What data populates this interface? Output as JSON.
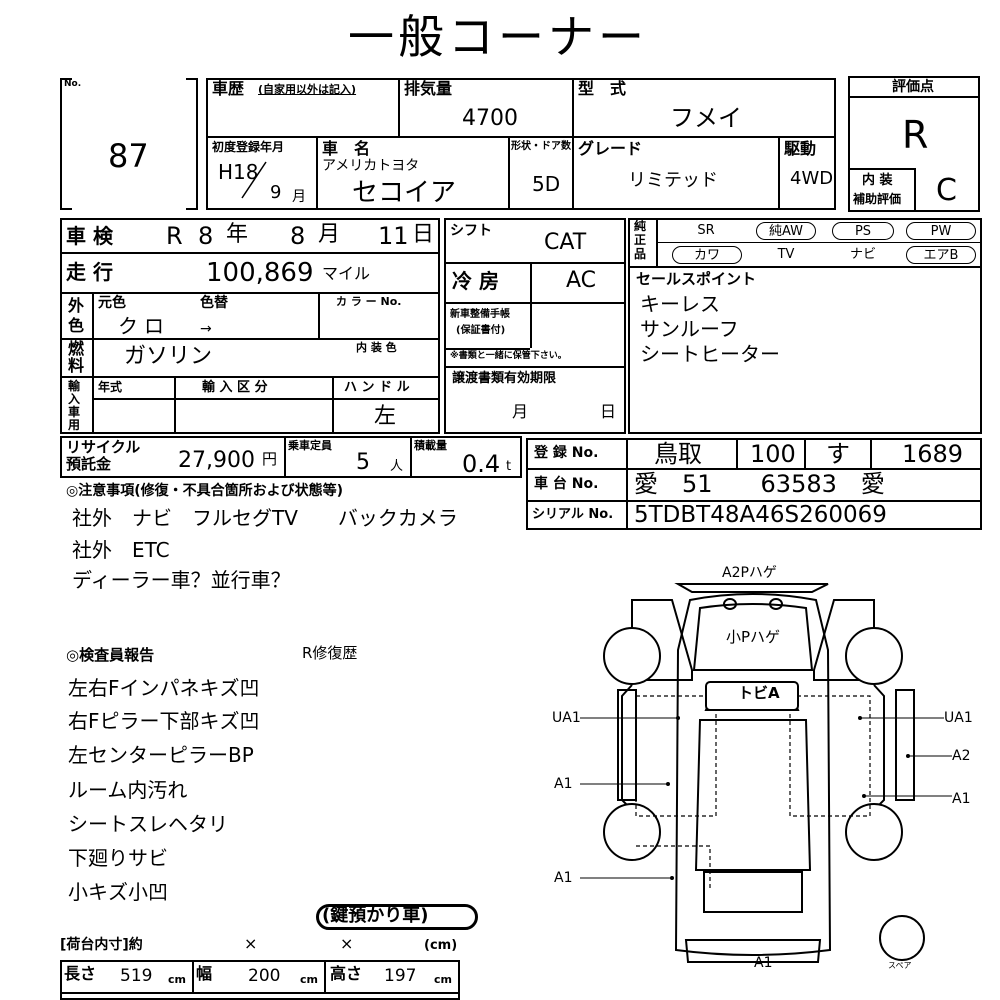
{
  "header": {
    "title": "一般コーナー"
  },
  "lot": {
    "label": "No.",
    "number": "87"
  },
  "history": {
    "label": "車歴",
    "note": "(自家用以外は記入)",
    "value": ""
  },
  "displacement": {
    "label": "排気量",
    "value": "4700"
  },
  "model_code": {
    "label": "型　式",
    "value": "フメイ"
  },
  "first_registration": {
    "label": "初度登録年月",
    "era_year": "H18",
    "month": "9",
    "month_unit": "月"
  },
  "car_name": {
    "label": "車　名",
    "maker": "アメリカトヨタ",
    "value": "セコイア"
  },
  "body": {
    "label": "形状・ドア数",
    "value": "5D"
  },
  "grade": {
    "label": "グレード",
    "value": "リミテッド"
  },
  "drive": {
    "label": "駆動",
    "value": "4WD"
  },
  "rating": {
    "label": "評価点",
    "value": "R",
    "sub_label": "内 装",
    "sub_label2": "補助評価",
    "sub_value": "C"
  },
  "inspection": {
    "label": "車 検",
    "era": "R",
    "year": "8",
    "year_unit": "年",
    "month": "8",
    "month_unit": "月",
    "day": "11",
    "day_unit": "日"
  },
  "mileage": {
    "label": "走 行",
    "value": "100,869",
    "unit": "マイル"
  },
  "exterior_color": {
    "label1": "外",
    "label2": "色",
    "original_label": "元色",
    "original": "クロ",
    "changed_label": "色替",
    "arrow": "→",
    "color_no_label": "カ ラ ー No."
  },
  "fuel": {
    "label1": "燃",
    "label2": "料",
    "value": "ガソリン",
    "interior_label": "内 装 色"
  },
  "import": {
    "label1": "輸",
    "label2": "入",
    "label3": "車",
    "label4": "用",
    "year_label": "年式",
    "type_label": "輸 入 区 分",
    "handle_label": "ハ ン ド ル",
    "handle": "左"
  },
  "shift": {
    "label": "シフト",
    "value": "CAT"
  },
  "ac": {
    "label": "冷 房",
    "value": "AC"
  },
  "maintenance": {
    "label1": "新車整備手帳",
    "label2": "(保証書付)",
    "note": "※書類と一緒に保管下さい。"
  },
  "transfer_docs": {
    "label": "譲渡書類有効期限",
    "month_unit": "月",
    "day_unit": "日"
  },
  "genuine": {
    "label1": "純",
    "label2": "正",
    "label3": "品"
  },
  "options": [
    {
      "label": "SR",
      "circled": false
    },
    {
      "label": "純AW",
      "circled": true
    },
    {
      "label": "PS",
      "circled": true
    },
    {
      "label": "PW",
      "circled": true
    },
    {
      "label": "カワ",
      "circled": true
    },
    {
      "label": "TV",
      "circled": false
    },
    {
      "label": "ナビ",
      "circled": false
    },
    {
      "label": "エアB",
      "circled": true
    }
  ],
  "sales_points": {
    "label": "セールスポイント",
    "items": [
      "キーレス",
      "サンルーフ",
      "シートヒーター"
    ]
  },
  "recycle": {
    "label1": "リサイクル",
    "label2": "預託金",
    "value": "27,900",
    "unit": "円"
  },
  "capacity": {
    "label": "乗車定員",
    "value": "5",
    "unit": "人"
  },
  "load": {
    "label": "積載量",
    "value": "0.4",
    "unit": "t"
  },
  "registration": {
    "label": "登 録 No.",
    "region": "鳥取",
    "class": "100",
    "kana": "す",
    "number": "1689"
  },
  "chassis": {
    "label": "車 台 No.",
    "value": "愛　51　　63583　愛"
  },
  "serial": {
    "label": "シリアル No.",
    "value": "5TDBT48A46S260069"
  },
  "notes": {
    "label": "◎注意事項(修復・不具合箇所および状態等)",
    "lines": [
      "社外　ナビ　フルセグTV　　バックカメラ",
      "社外　ETC",
      "ディーラー車？並行車？"
    ]
  },
  "inspector": {
    "label": "◎検査員報告",
    "repair": "R修復歴",
    "lines": [
      "左右Fインパネキズ凹",
      "右Fピラー下部キズ凹",
      "左センターピラーBP",
      "ルーム内汚れ",
      "シートスレヘタリ",
      "下廻りサビ",
      "小キズ小凹"
    ]
  },
  "key_badge": "(鍵預かり車)",
  "cargo": {
    "label": "[荷台内寸]約",
    "x1": "×",
    "x2": "×",
    "unit": "(cm)",
    "length_label": "長さ",
    "length": "519",
    "width_label": "幅",
    "width": "200",
    "height_label": "高さ",
    "height": "197",
    "cm": "cm"
  },
  "diagram": {
    "a2p": "A2Pハゲ",
    "roof": "小Pハゲ",
    "windshield": "トビA",
    "left1": "UA1",
    "left2": "A1",
    "left3": "A1",
    "right1": "UA1",
    "right2": "A2",
    "right3": "A1",
    "rear": "A1",
    "spare": "スペア"
  }
}
